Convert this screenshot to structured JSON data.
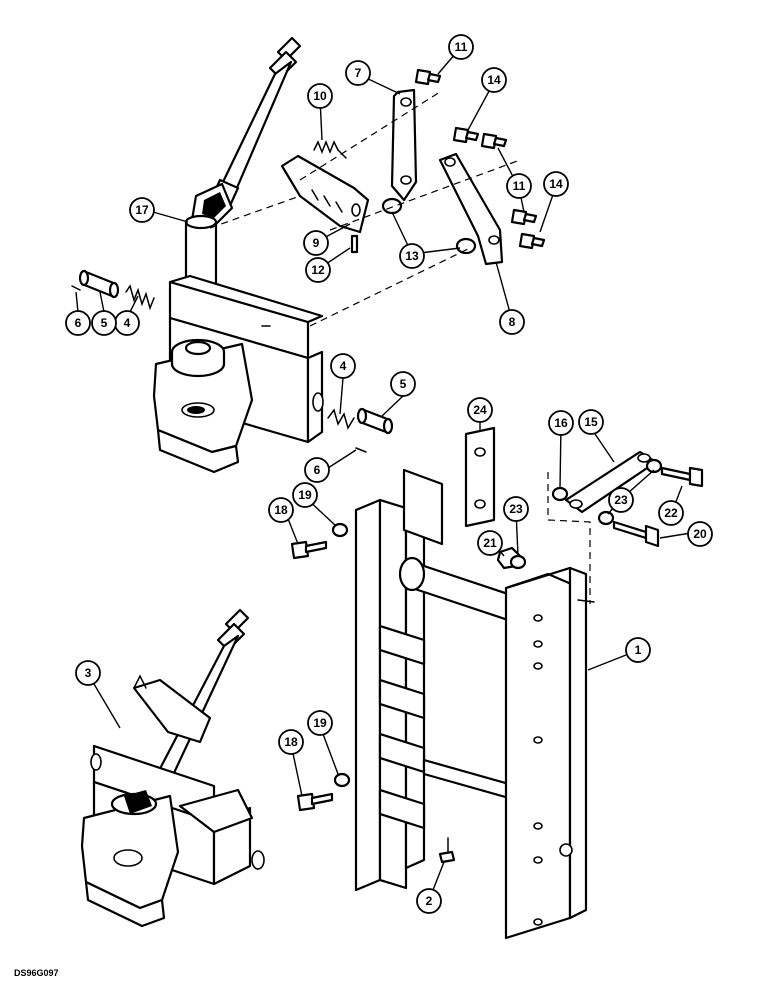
{
  "diagram": {
    "drawing_code": "DS96G097",
    "callouts": [
      {
        "label": "1"
      },
      {
        "label": "2"
      },
      {
        "label": "3"
      },
      {
        "label": "4"
      },
      {
        "label": "4"
      },
      {
        "label": "5"
      },
      {
        "label": "5"
      },
      {
        "label": "6"
      },
      {
        "label": "6"
      },
      {
        "label": "7"
      },
      {
        "label": "8"
      },
      {
        "label": "9"
      },
      {
        "label": "10"
      },
      {
        "label": "11"
      },
      {
        "label": "11"
      },
      {
        "label": "12"
      },
      {
        "label": "13"
      },
      {
        "label": "14"
      },
      {
        "label": "14"
      },
      {
        "label": "15"
      },
      {
        "label": "16"
      },
      {
        "label": "17"
      },
      {
        "label": "18"
      },
      {
        "label": "18"
      },
      {
        "label": "19"
      },
      {
        "label": "19"
      },
      {
        "label": "20"
      },
      {
        "label": "21"
      },
      {
        "label": "22"
      },
      {
        "label": "23"
      },
      {
        "label": "23"
      },
      {
        "label": "24"
      }
    ]
  }
}
